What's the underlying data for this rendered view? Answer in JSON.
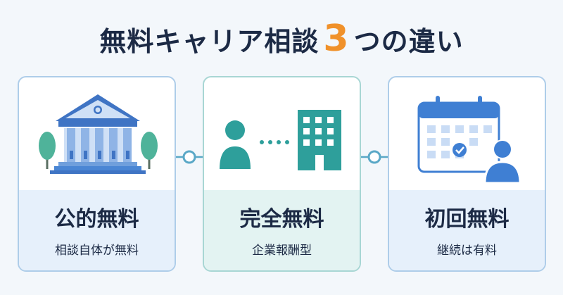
{
  "title": {
    "main": "無料キャリア相談",
    "number": "3",
    "suffix": "つの違い"
  },
  "cards": [
    {
      "title": "公的無料",
      "subtitle": "相談自体が無料",
      "icon": "government-building-icon",
      "theme": "#4a86d4"
    },
    {
      "title": "完全無料",
      "subtitle": "企業報酬型",
      "icon": "person-to-company-icon",
      "theme": "#2e9f9b"
    },
    {
      "title": "初回無料",
      "subtitle": "継続は有料",
      "icon": "calendar-person-icon",
      "theme": "#3f7fd3"
    }
  ],
  "colors": {
    "title": "#1c2a45",
    "accent": "#f0912a",
    "blue": "#4a86d4",
    "teal": "#2e9f9b"
  }
}
